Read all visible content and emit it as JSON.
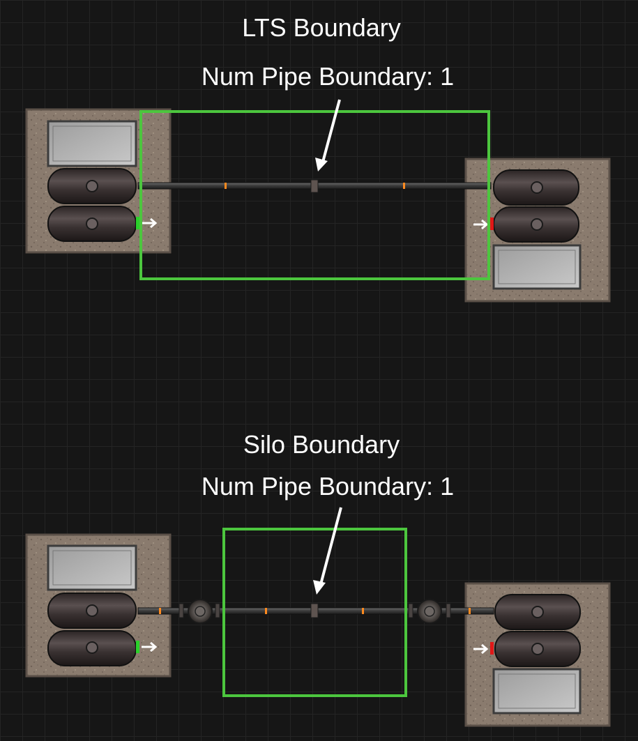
{
  "colors": {
    "background": "#161616",
    "boundary_box": "#4cc63e",
    "annotation_text": "#ffffff",
    "input_marker": "#2bd12b",
    "output_marker": "#e01818",
    "pipe_joint": "#ff8a1f",
    "foundation": "#8a7b6e"
  },
  "scenes": [
    {
      "title": "LTS Boundary",
      "subtitle": "Num Pipe Boundary: 1",
      "entity": "storage-tank-lts"
    },
    {
      "title": "Silo Boundary",
      "subtitle": "Num Pipe Boundary: 1",
      "entity": "storage-silo"
    }
  ],
  "icons": [
    "storage-tank-icon",
    "pipe-icon",
    "pump-icon",
    "arrow-icon"
  ]
}
